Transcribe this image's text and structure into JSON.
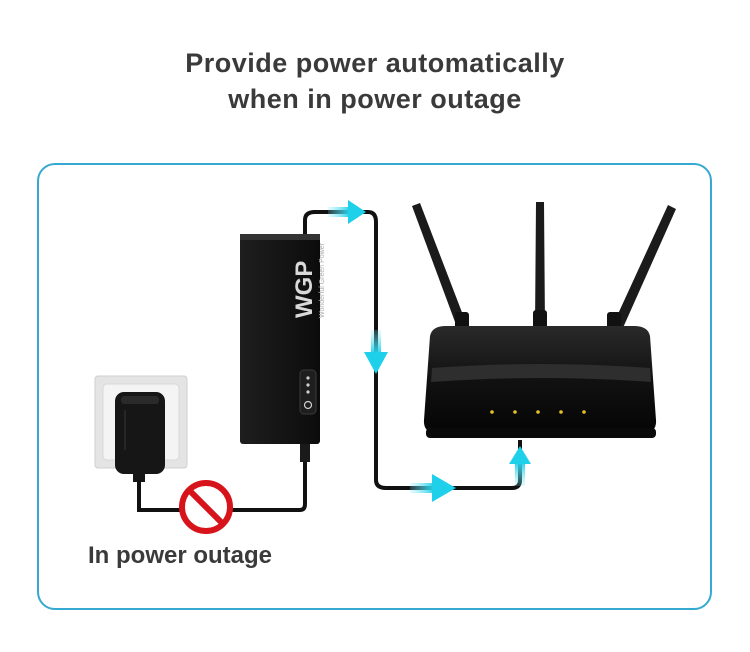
{
  "headline": {
    "line1": "Provide power automatically",
    "line2": "when in power outage"
  },
  "caption": "In power outage",
  "ups": {
    "brand_logo": "WGP",
    "tagline": "Wonderful Green Power"
  },
  "colors": {
    "frame": "#35a9d1",
    "arrow": "#2ed0e8",
    "forbidden": "#d7141b",
    "text": "#3a3a3a",
    "device": "#141414"
  },
  "icons": {
    "arrows": [
      "arrow-right-icon",
      "arrow-down-icon",
      "arrow-right-icon",
      "arrow-up-icon"
    ],
    "no_power": "no-entry-icon"
  }
}
